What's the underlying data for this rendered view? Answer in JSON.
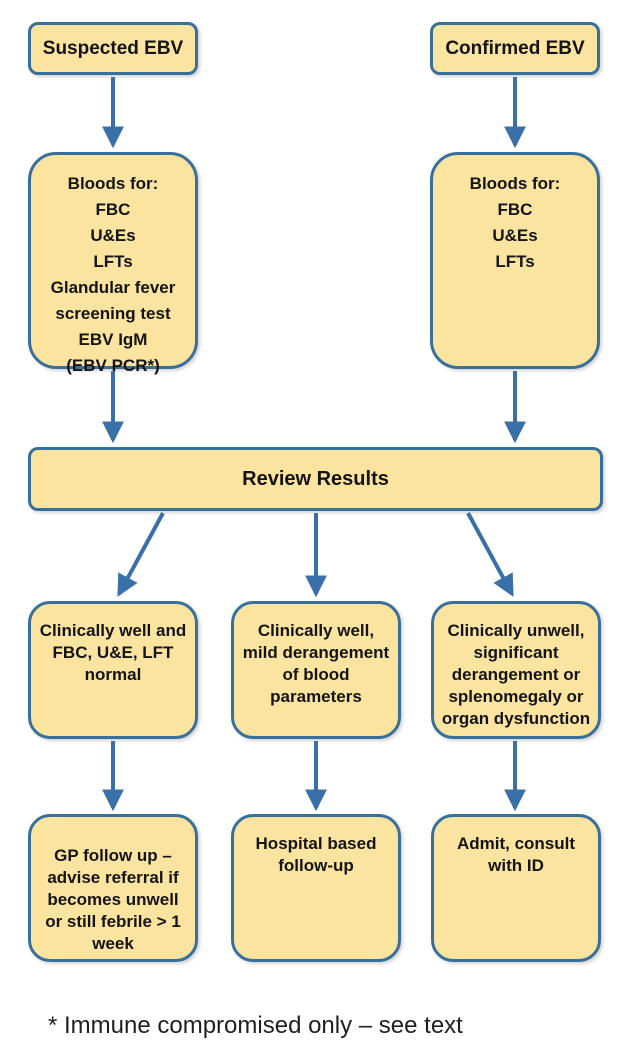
{
  "colors": {
    "box_fill": "#FBE3A0",
    "box_border": "#38709B",
    "arrow": "#3A70A8",
    "ink": "#141414"
  },
  "flowchart": {
    "nodes": {
      "suspected": "Suspected EBV",
      "confirmed": "Confirmed EBV",
      "bloods_suspected": "Bloods for:\nFBC\nU&Es\nLFTs\nGlandular fever\nscreening test\nEBV IgM\n(EBV PCR*)",
      "bloods_confirmed": "Bloods for:\nFBC\nU&Es\nLFTs",
      "review": "Review Results",
      "outcome_well": "Clinically well and\nFBC, U&E, LFT\nnormal",
      "outcome_mild": "Clinically well,\nmild derangement\nof blood\nparameters",
      "outcome_unwell": "Clinically unwell,\nsignificant\nderangement or\nsplenomegaly or\norgan dysfunction",
      "action_gp": "GP follow up –\nadvise referral if\nbecomes unwell\nor still febrile > 1\nweek",
      "action_hospital": "Hospital based\nfollow-up",
      "action_admit": "Admit, consult\nwith ID"
    },
    "footnote": "* Immune compromised only – see text"
  }
}
